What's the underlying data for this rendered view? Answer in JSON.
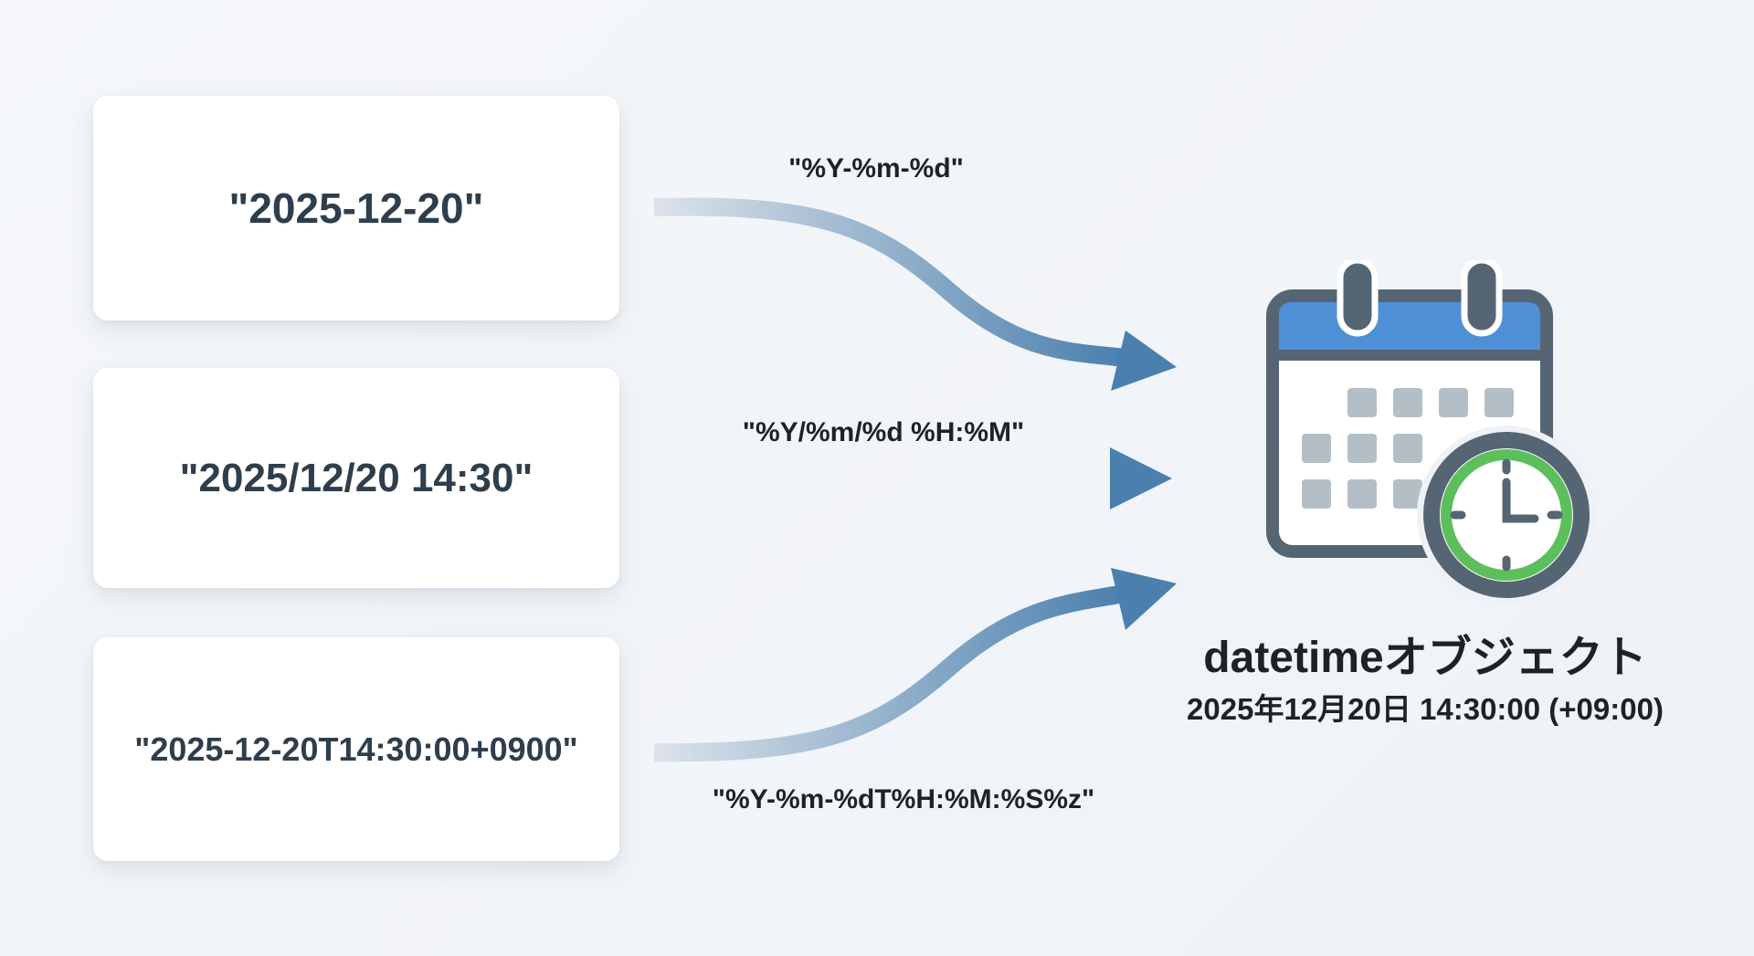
{
  "inputs": [
    {
      "text": "\"2025-12-20\""
    },
    {
      "text": "\"2025/12/20 14:30\""
    },
    {
      "text": "\"2025-12-20T14:30:00+0900\""
    }
  ],
  "formats": [
    {
      "text": "\"%Y-%m-%d\""
    },
    {
      "text": "\"%Y/%m/%d %H:%M\""
    },
    {
      "text": "\"%Y-%m-%dT%H:%M:%S%z\""
    }
  ],
  "output": {
    "title": "datetimeオブジェクト",
    "value": "2025年12月20日 14:30:00 (+09:00)",
    "icon": "calendar-clock-icon"
  },
  "colors": {
    "arrow": "#4a7fae",
    "calendar_header": "#4f8fd6",
    "clock_ring": "#5cbf5c",
    "outline": "#566573"
  }
}
